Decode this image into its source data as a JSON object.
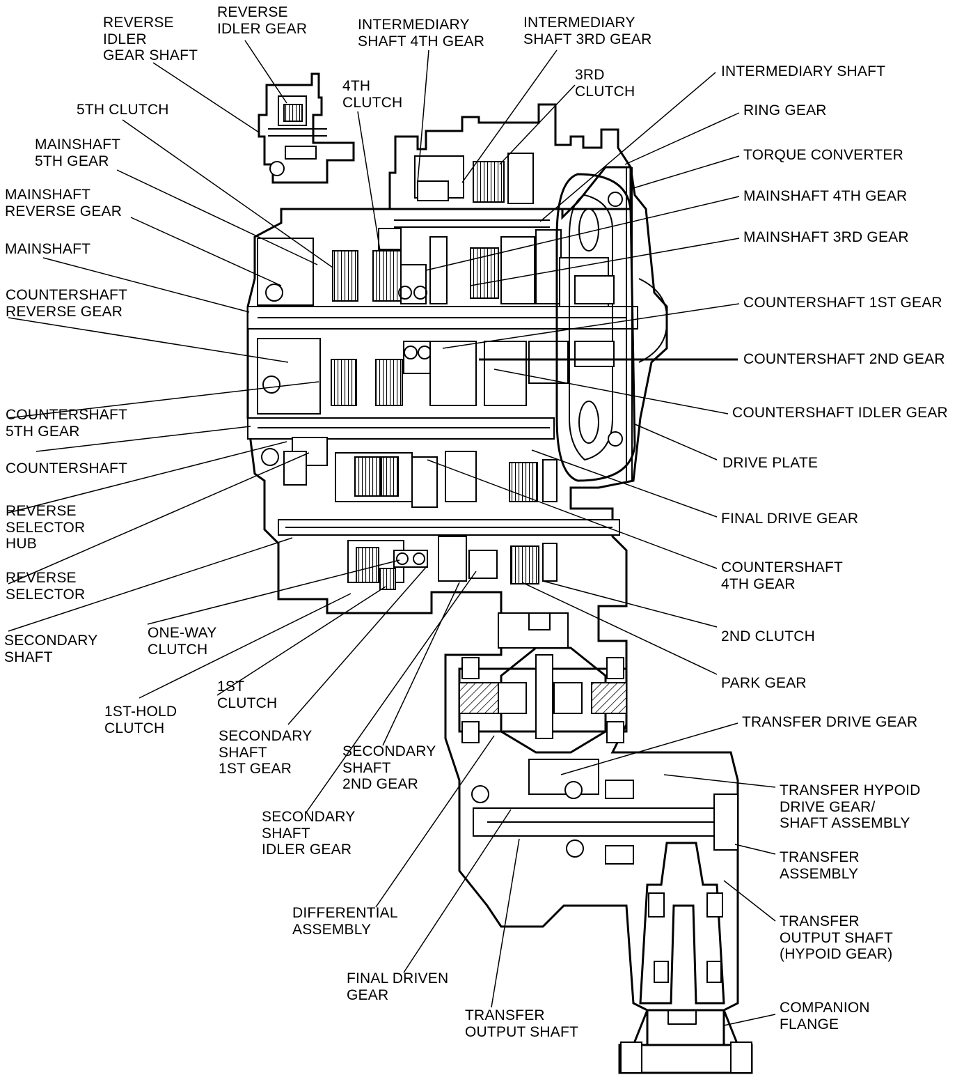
{
  "labels": [
    {
      "id": "reverse-idler-gear-shaft",
      "text": "REVERSE\nIDLER\nGEAR SHAFT"
    },
    {
      "id": "reverse-idler-gear",
      "text": "REVERSE\nIDLER GEAR"
    },
    {
      "id": "intermediary-shaft-4th-gear",
      "text": "INTERMEDIARY\nSHAFT 4TH GEAR"
    },
    {
      "id": "intermediary-shaft-3rd-gear",
      "text": "INTERMEDIARY\nSHAFT 3RD GEAR"
    },
    {
      "id": "3rd-clutch",
      "text": "3RD\nCLUTCH"
    },
    {
      "id": "4th-clutch",
      "text": "4TH\nCLUTCH"
    },
    {
      "id": "intermediary-shaft",
      "text": "INTERMEDIARY SHAFT"
    },
    {
      "id": "5th-clutch",
      "text": "5TH CLUTCH"
    },
    {
      "id": "ring-gear",
      "text": "RING GEAR"
    },
    {
      "id": "mainshaft-5th-gear",
      "text": "MAINSHAFT\n5TH GEAR"
    },
    {
      "id": "torque-converter",
      "text": "TORQUE CONVERTER"
    },
    {
      "id": "mainshaft-reverse-gear",
      "text": "MAINSHAFT\nREVERSE GEAR"
    },
    {
      "id": "mainshaft-4th-gear",
      "text": "MAINSHAFT 4TH GEAR"
    },
    {
      "id": "mainshaft",
      "text": "MAINSHAFT"
    },
    {
      "id": "mainshaft-3rd-gear",
      "text": "MAINSHAFT 3RD GEAR"
    },
    {
      "id": "countershaft-reverse-gear",
      "text": "COUNTERSHAFT\nREVERSE GEAR"
    },
    {
      "id": "countershaft-1st-gear",
      "text": "COUNTERSHAFT 1ST GEAR"
    },
    {
      "id": "countershaft-2nd-gear",
      "text": "COUNTERSHAFT 2ND GEAR"
    },
    {
      "id": "countershaft-5th-gear",
      "text": "COUNTERSHAFT\n5TH GEAR"
    },
    {
      "id": "countershaft-idler-gear",
      "text": "COUNTERSHAFT IDLER GEAR"
    },
    {
      "id": "countershaft",
      "text": "COUNTERSHAFT"
    },
    {
      "id": "drive-plate",
      "text": "DRIVE PLATE"
    },
    {
      "id": "reverse-selector-hub",
      "text": "REVERSE\nSELECTOR\nHUB"
    },
    {
      "id": "final-drive-gear",
      "text": "FINAL DRIVE GEAR"
    },
    {
      "id": "reverse-selector",
      "text": "REVERSE\nSELECTOR"
    },
    {
      "id": "countershaft-4th-gear",
      "text": "COUNTERSHAFT\n4TH GEAR"
    },
    {
      "id": "secondary-shaft",
      "text": "SECONDARY\nSHAFT"
    },
    {
      "id": "one-way-clutch",
      "text": "ONE-WAY\nCLUTCH"
    },
    {
      "id": "2nd-clutch",
      "text": "2ND CLUTCH"
    },
    {
      "id": "1st-clutch",
      "text": "1ST\nCLUTCH"
    },
    {
      "id": "park-gear",
      "text": "PARK GEAR"
    },
    {
      "id": "1st-hold-clutch",
      "text": "1ST-HOLD\nCLUTCH"
    },
    {
      "id": "transfer-drive-gear",
      "text": "TRANSFER DRIVE GEAR"
    },
    {
      "id": "secondary-shaft-1st-gear",
      "text": "SECONDARY\nSHAFT\n1ST GEAR"
    },
    {
      "id": "secondary-shaft-2nd-gear",
      "text": "SECONDARY\nSHAFT\n2ND GEAR"
    },
    {
      "id": "transfer-hypoid-drive-gear-shaft-assembly",
      "text": "TRANSFER HYPOID\nDRIVE GEAR/\nSHAFT ASSEMBLY"
    },
    {
      "id": "secondary-shaft-idler-gear",
      "text": "SECONDARY\nSHAFT\nIDLER GEAR"
    },
    {
      "id": "transfer-assembly",
      "text": "TRANSFER\nASSEMBLY"
    },
    {
      "id": "differential-assembly",
      "text": "DIFFERENTIAL\nASSEMBLY"
    },
    {
      "id": "transfer-output-shaft-hypoid-gear",
      "text": "TRANSFER\nOUTPUT SHAFT\n(HYPOID GEAR)"
    },
    {
      "id": "final-driven-gear",
      "text": "FINAL DRIVEN\nGEAR"
    },
    {
      "id": "transfer-output-shaft",
      "text": "TRANSFER\nOUTPUT SHAFT"
    },
    {
      "id": "companion-flange",
      "text": "COMPANION\nFLANGE"
    }
  ]
}
